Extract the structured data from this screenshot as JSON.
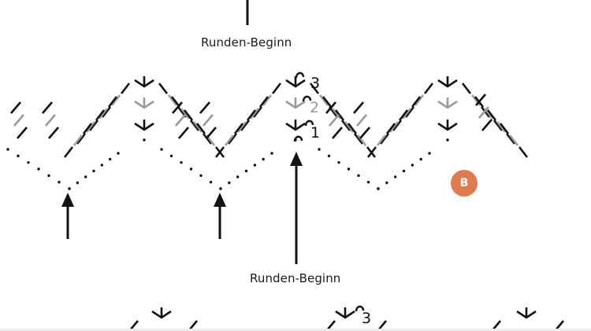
{
  "labels": {
    "round_start_top": "Runden-Beginn",
    "round_start_bottom": "Runden-Beginn"
  },
  "row_numbers": {
    "row1": "1",
    "row2": "2",
    "row3": "3",
    "row3_lower": "3"
  },
  "badge": {
    "letter": "B"
  },
  "colors": {
    "ink": "#111111",
    "gray": "#9a9a9a",
    "badge": "#e07a4f",
    "background": "#ffffff"
  },
  "icons": {
    "arrow": "up-arrow-icon",
    "dc": "stitch-dash-icon",
    "chain": "stitch-dot-icon",
    "cluster": "v-stitch-icon",
    "slip": "slip-stitch-loop-icon"
  }
}
